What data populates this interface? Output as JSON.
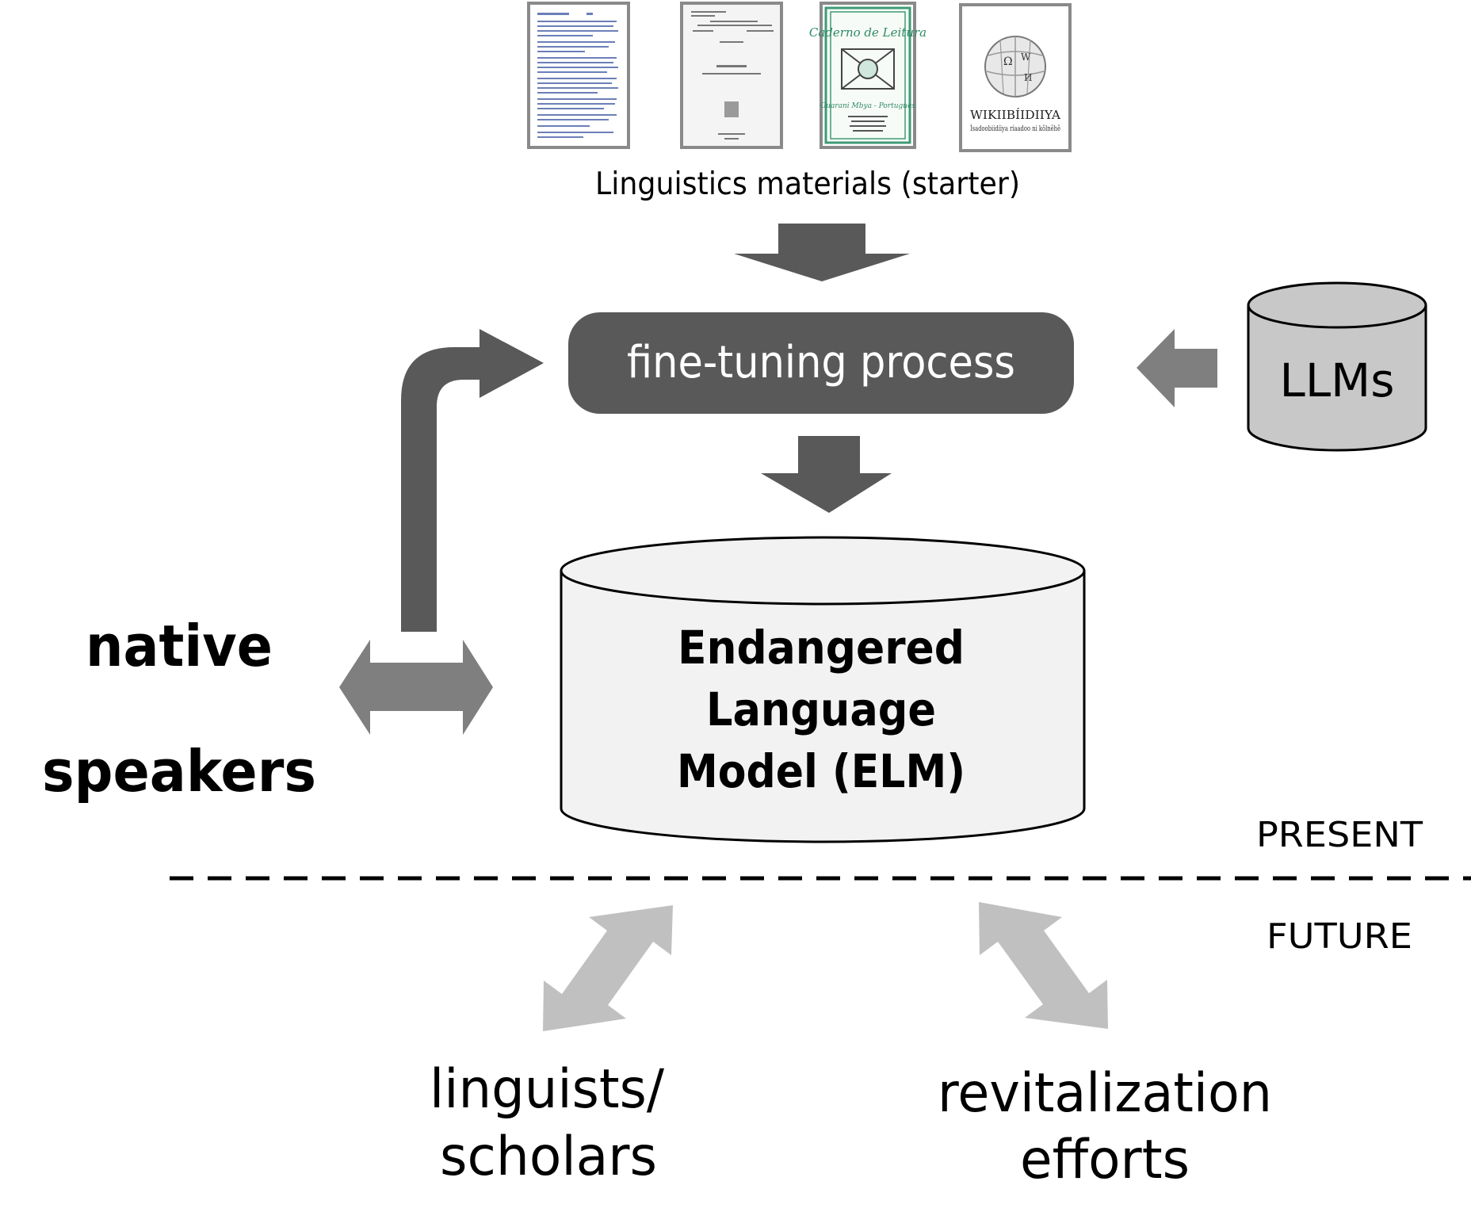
{
  "materials": {
    "caption": "Linguistics materials (starter)",
    "thumbnails": [
      {
        "kind": "dictionary-page"
      },
      {
        "kind": "grammar-book-cover"
      },
      {
        "kind": "reader-cover",
        "script_text": "Caderno de Leitura",
        "script_text_2": "Guarani Mbya - Portugues"
      },
      {
        "kind": "wikipedia-cover",
        "wordmark": "WIKIIBÍIDIIYA",
        "tagline": "Ìsadoobiidíiya ríaadoo ni kôlnêhê"
      }
    ]
  },
  "process": {
    "label": "fine-tuning process"
  },
  "llms": {
    "label": "LLMs"
  },
  "elm": {
    "line1": "Endangered",
    "line2": "Language",
    "line3": "Model (ELM)"
  },
  "native_speakers": {
    "line1": "native",
    "line2": "speakers"
  },
  "timeline": {
    "present": "PRESENT",
    "future": "FUTURE"
  },
  "future_users": {
    "linguists": {
      "line1": "linguists/",
      "line2": "scholars"
    },
    "revitalization": {
      "line1": "revitalization",
      "line2": "efforts"
    }
  },
  "colors": {
    "dark": "#595959",
    "medium": "#7f7f7f",
    "light": "#c0c0c0",
    "cylinder_fill": "#f2f2f2",
    "llm_fill": "#c8c8c8"
  }
}
